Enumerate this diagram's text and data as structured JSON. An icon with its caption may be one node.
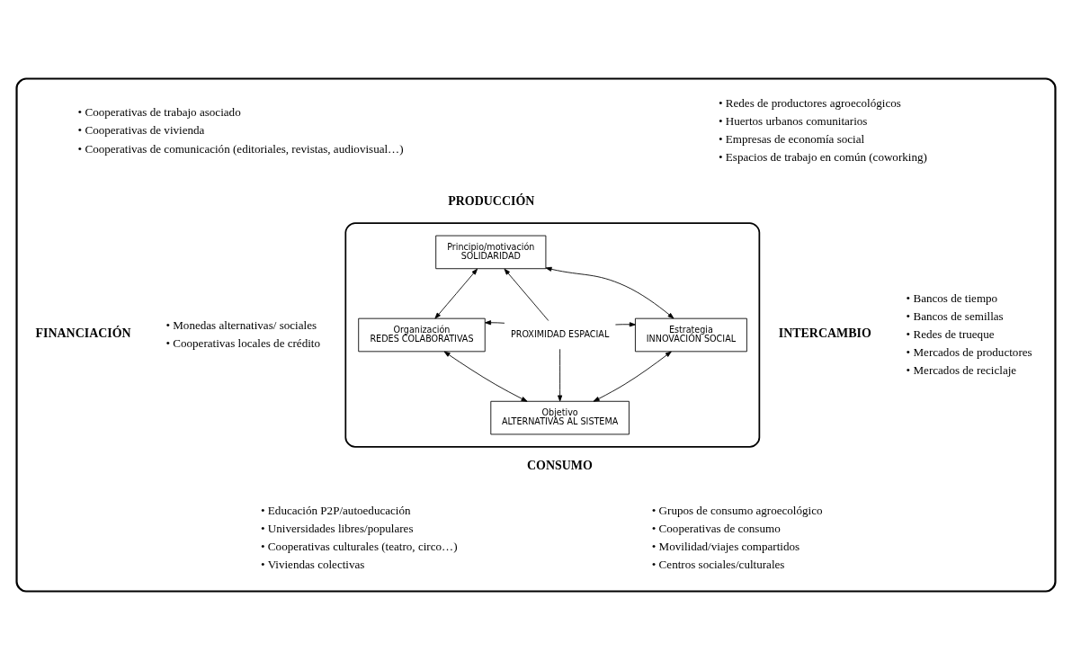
{
  "diagram": {
    "nodes": [
      {
        "text": [],
        "shape": "box"
      },
      {
        "text": [],
        "shape": "box",
        "in": 0
      },
      {
        "text": [
          "Principio/motivación",
          "SOLIDARIDAD"
        ],
        "in": 1
      },
      {
        "text": [
          "Organización",
          "REDES COLABORATIVAS"
        ],
        "in": 1
      },
      {
        "text": [
          "PROXIMIDAD ESPACIAL"
        ],
        "in": 1
      },
      {
        "text": [
          "Estrategia",
          "INNOVACIÓN SOCIAL"
        ],
        "in": 1
      },
      {
        "text": [
          "Objetivo",
          "ALTERNATIVAS AL SISTEMA"
        ],
        "in": 1
      }
    ],
    "edges": [
      {
        "from": 2,
        "to": 3,
        "arrow": "both"
      },
      {
        "from": 2,
        "to": 5,
        "arrow": "both"
      },
      {
        "from": 3,
        "to": 6,
        "arrow": "both"
      },
      {
        "from": 5,
        "to": 6,
        "arrow": "both"
      },
      {
        "from": 4,
        "to": 2,
        "arrow": "to"
      },
      {
        "from": 4,
        "to": 3,
        "arrow": "to"
      },
      {
        "from": 4,
        "to": 5,
        "arrow": "to"
      },
      {
        "from": 4,
        "to": 6,
        "arrow": "to"
      }
    ],
    "labels": [
      "• Redes de productores agroecológicos",
      "• Huertos urbanos comunitarios",
      "• Empresas de economía social",
      "• Espacios de trabajo en común (coworking)",
      "• Cooperativas de trabajo asociado",
      "• Cooperativas de vivienda",
      "• Cooperativas de comunicación (editoriales, revistas, audiovisual…)",
      "PRODUCCIÓN",
      "• Bancos de tiempo",
      "• Bancos de semillas",
      "• Redes de trueque",
      "• Mercados de productores",
      "• Mercados de reciclaje",
      "INTERCAMBIO",
      "FINANCIACIÓN",
      "• Monedas alternativas/ sociales",
      "• Cooperativas locales de crédito",
      "CONSUMO",
      "• Grupos de consumo agroecológico",
      "• Cooperativas de consumo",
      "• Movilidad/viajes compartidos",
      "• Centros sociales/culturales",
      "• Educación P2P/autoeducación",
      "• Universidades libres/populares",
      "• Cooperativas culturales (teatro, circo…)",
      "• Viviendas colectivas"
    ]
  }
}
